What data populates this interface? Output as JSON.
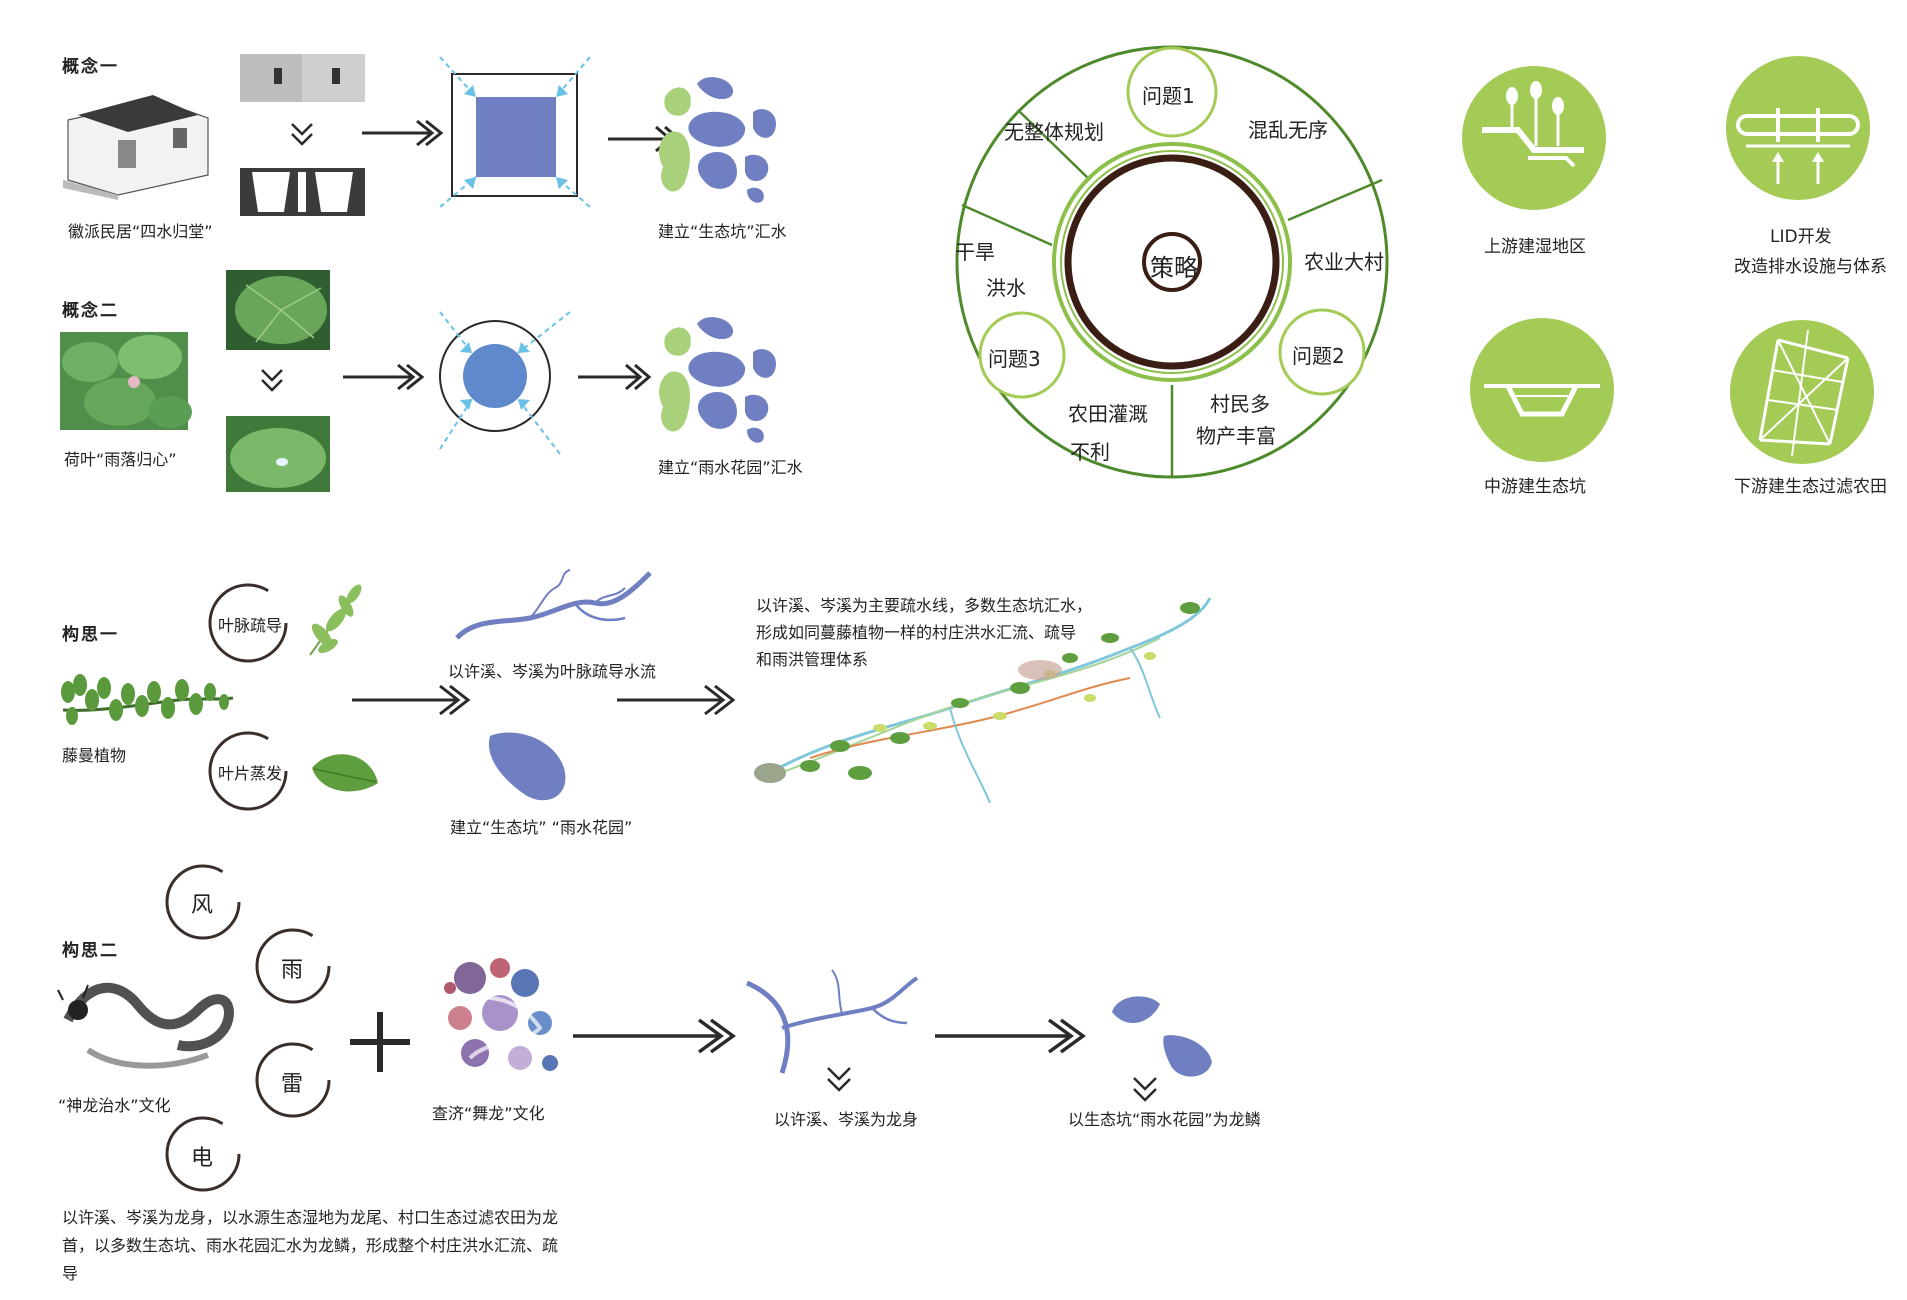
{
  "concepts": {
    "one": {
      "title": "概念一",
      "house_caption": "徽派民居“四水归堂”",
      "result_caption": "建立“生态坑”汇水"
    },
    "two": {
      "title": "概念二",
      "lotus_caption": "荷叶“雨落归心”",
      "result_caption": "建立“雨水花园”汇水"
    }
  },
  "wheel": {
    "center": "策略",
    "problem1": "问题1",
    "problem2": "问题2",
    "problem3": "问题3",
    "no_plan": "无整体规划",
    "chaos": "混乱无序",
    "drought": "干旱",
    "flood": "洪水",
    "agri_village": "农业大村",
    "villagers_many": "村民多",
    "rich_products": "物产丰富",
    "irrigation_1": "农田灌溉",
    "irrigation_2": "不利"
  },
  "icons": {
    "upstream": "上游建湿地区",
    "lid_1": "LID开发",
    "lid_2": "改造排水设施与体系",
    "midstream": "中游建生态坑",
    "downstream": "下游建生态过滤农田"
  },
  "idea_one": {
    "title": "构思一",
    "vine": "藤曼植物",
    "vein_guide": "叶脉疏导",
    "leaf_evap": "叶片蒸发",
    "streams_vein": "以许溪、岑溪为叶脉疏导水流",
    "build_pits": "建立“生态坑”  “雨水花园”",
    "desc_1": "以许溪、岑溪为主要疏水线，多数生态坑汇水，",
    "desc_2": "形成如同蔓藤植物一样的村庄洪水汇流、疏导",
    "desc_3": "和雨洪管理体系"
  },
  "idea_two": {
    "title": "构思二",
    "wind": "风",
    "rain": "雨",
    "thunder": "雷",
    "lightning": "电",
    "dragon_culture": "“神龙治水”文化",
    "dance_culture": "查济“舞龙”文化",
    "streams_body": "以许溪、岑溪为龙身",
    "scales": "以生态坑“雨水花园”为龙鳞",
    "para_1": "以许溪、岑溪为龙身，以水源生态湿地为龙尾、村口生态过滤农田为龙",
    "para_2": "首，以多数生态坑、雨水花园汇水为龙鳞，形成整个村庄洪水汇流、疏",
    "para_3": "导"
  },
  "colors": {
    "green_circle": "#a3cb55",
    "wheel_green": "#4e8a2b",
    "dark_brown": "#3a1e14",
    "pond_blue": "#6f7fc2",
    "arrow_dark": "#2c2a28",
    "light_green": "#a9d07a"
  }
}
